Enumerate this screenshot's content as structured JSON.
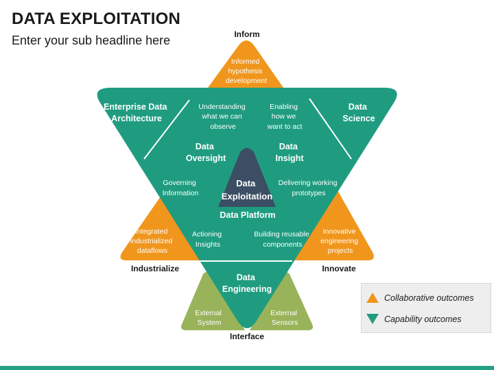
{
  "header": {
    "title": "DATA EXPLOITATION",
    "subtitle": "Enter your sub headline here"
  },
  "colors": {
    "green": "#1f9c80",
    "orange": "#f0961d",
    "olive": "#99b35a",
    "navy": "#3c4e63",
    "white": "#ffffff"
  },
  "diagram": {
    "outer": {
      "inform": "Inform",
      "industrialize": "Industrialize",
      "innovate": "Innovate",
      "interface": "Interface"
    },
    "collaborative": {
      "top": [
        "Informed",
        "hypothesis",
        "development"
      ],
      "left": [
        "Integrated",
        "industrialized",
        "dataflows"
      ],
      "right": [
        "Innovative",
        "engineering",
        "projects"
      ],
      "bottom_left": [
        "External",
        "System"
      ],
      "bottom_right": [
        "External",
        "Sensors"
      ]
    },
    "corners": {
      "left": [
        "Enterprise Data",
        "Architecture"
      ],
      "right": [
        "Data",
        "Science"
      ],
      "bottom": [
        "Data",
        "Engineering"
      ]
    },
    "inner": {
      "understanding": [
        "Understanding",
        "what we can",
        "observe"
      ],
      "enabling": [
        "Enabling",
        "how we",
        "want to act"
      ],
      "oversight": [
        "Data",
        "Oversight"
      ],
      "insight": [
        "Data",
        "Insight"
      ],
      "governing": [
        "Governing",
        "Information"
      ],
      "delivering": [
        "Delivering working",
        "prototypes"
      ],
      "platform": "Data Platform",
      "actioning": [
        "Actioning",
        "Insights"
      ],
      "building": [
        "Building reusable",
        "components"
      ]
    },
    "center": [
      "Data",
      "Exploitation"
    ]
  },
  "legend": {
    "collaborative": "Collaborative outcomes",
    "capability": "Capability outcomes"
  }
}
